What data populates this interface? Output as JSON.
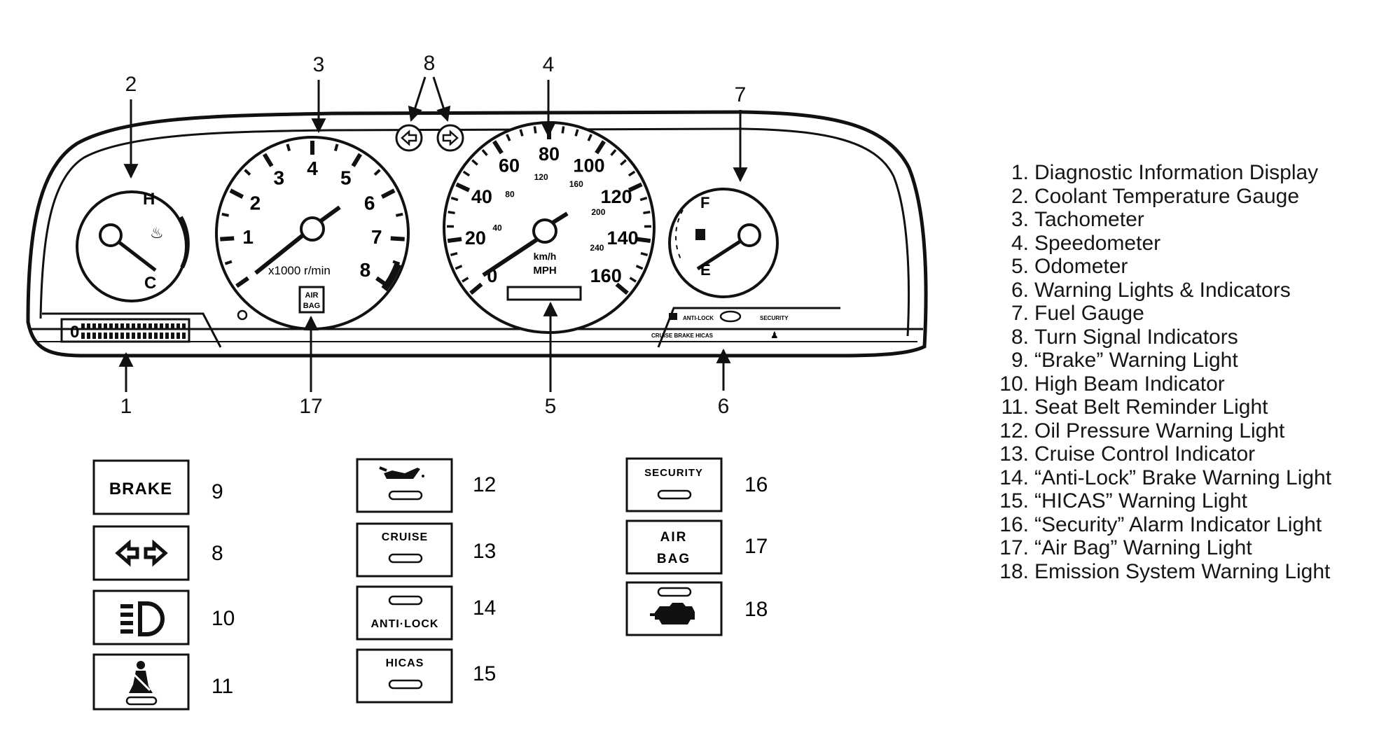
{
  "callouts": {
    "c1": "1",
    "c2": "2",
    "c3": "3",
    "c4": "4",
    "c5": "5",
    "c6": "6",
    "c7": "7",
    "c8": "8",
    "c17": "17"
  },
  "gauges": {
    "temp": {
      "hot": "H",
      "cold": "C"
    },
    "tach": {
      "ticks": [
        "1",
        "2",
        "3",
        "4",
        "5",
        "6",
        "7",
        "8"
      ],
      "unit": "x1000 r/min",
      "airbag_top": "AIR",
      "airbag_bottom": "BAG"
    },
    "speedo": {
      "mph": [
        "0",
        "20",
        "40",
        "60",
        "80",
        "100",
        "120",
        "140",
        "160"
      ],
      "kmh": [
        "40",
        "80",
        "120",
        "160",
        "200",
        "240"
      ],
      "unit_top": "km/h",
      "unit_bottom": "MPH"
    },
    "fuel": {
      "full": "F",
      "empty": "E"
    },
    "panel": {
      "row1_left": "ANTI-LOCK",
      "row1_right": "SECURITY",
      "row2": "CRUISE BRAKE  HICAS"
    },
    "odometer_left": "0"
  },
  "lights": [
    {
      "label": "BRAKE",
      "number": "9"
    },
    {
      "label": "",
      "number": "8"
    },
    {
      "label": "",
      "number": "10"
    },
    {
      "label": "",
      "number": "11"
    },
    {
      "label": "",
      "number": "12"
    },
    {
      "label": "CRUISE",
      "number": "13"
    },
    {
      "label": "ANTI·LOCK",
      "number": "14"
    },
    {
      "label": "HICAS",
      "number": "15"
    },
    {
      "label": "SECURITY",
      "number": "16"
    },
    {
      "label_top": "AIR",
      "label_bottom": "BAG",
      "number": "17"
    },
    {
      "label": "",
      "number": "18"
    }
  ],
  "legend": [
    {
      "num": "1.",
      "text": "Diagnostic Information Display"
    },
    {
      "num": "2.",
      "text": "Coolant Temperature Gauge"
    },
    {
      "num": "3.",
      "text": "Tachometer"
    },
    {
      "num": "4.",
      "text": "Speedometer"
    },
    {
      "num": "5.",
      "text": "Odometer"
    },
    {
      "num": "6.",
      "text": "Warning Lights & Indicators"
    },
    {
      "num": "7.",
      "text": "Fuel Gauge"
    },
    {
      "num": "8.",
      "text": "Turn Signal Indicators"
    },
    {
      "num": "9.",
      "text": "“Brake” Warning Light"
    },
    {
      "num": "10.",
      "text": "High Beam Indicator"
    },
    {
      "num": "11.",
      "text": "Seat Belt Reminder Light"
    },
    {
      "num": "12.",
      "text": "Oil Pressure Warning Light"
    },
    {
      "num": "13.",
      "text": "Cruise Control Indicator"
    },
    {
      "num": "14.",
      "text": "“Anti-Lock” Brake Warning Light"
    },
    {
      "num": "15.",
      "text": "“HICAS” Warning Light"
    },
    {
      "num": "16.",
      "text": "“Security” Alarm Indicator Light"
    },
    {
      "num": "17.",
      "text": "“Air Bag” Warning Light"
    },
    {
      "num": "18.",
      "text": "Emission System Warning Light"
    }
  ]
}
